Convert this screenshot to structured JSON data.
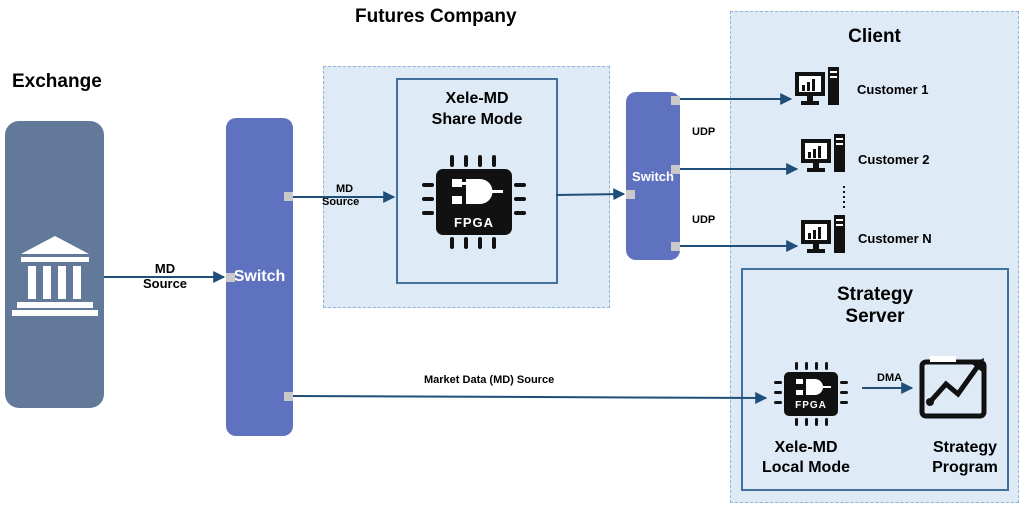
{
  "labels": {
    "futures_company": "Futures Company",
    "exchange": "Exchange",
    "client": "Client",
    "main_switch": "Switch",
    "small_switch": "Switch",
    "share_mode_line1": "Xele-MD",
    "share_mode_line2": "Share Mode",
    "strategy_server_line1": "Strategy",
    "strategy_server_line2": "Server",
    "local_mode_line1": "Xele-MD",
    "local_mode_line2": "Local Mode",
    "strategy_program_line1": "Strategy",
    "strategy_program_line2": "Program",
    "fpga": "FPGA"
  },
  "connections": {
    "md_source_1_line1": "MD",
    "md_source_1_line2": "Source",
    "md_source_2_line1": "MD",
    "md_source_2_line2": "Source",
    "udp_top": "UDP",
    "udp_bottom": "UDP",
    "market_data_source": "Market Data (MD) Source",
    "dma": "DMA"
  },
  "customers": [
    "Customer 1",
    "Customer 2",
    "Customer N"
  ],
  "colors": {
    "switch": "#5e72bf",
    "exchange": "#62799a",
    "panel": "#deeaf6",
    "arrow": "#1f4e79"
  }
}
